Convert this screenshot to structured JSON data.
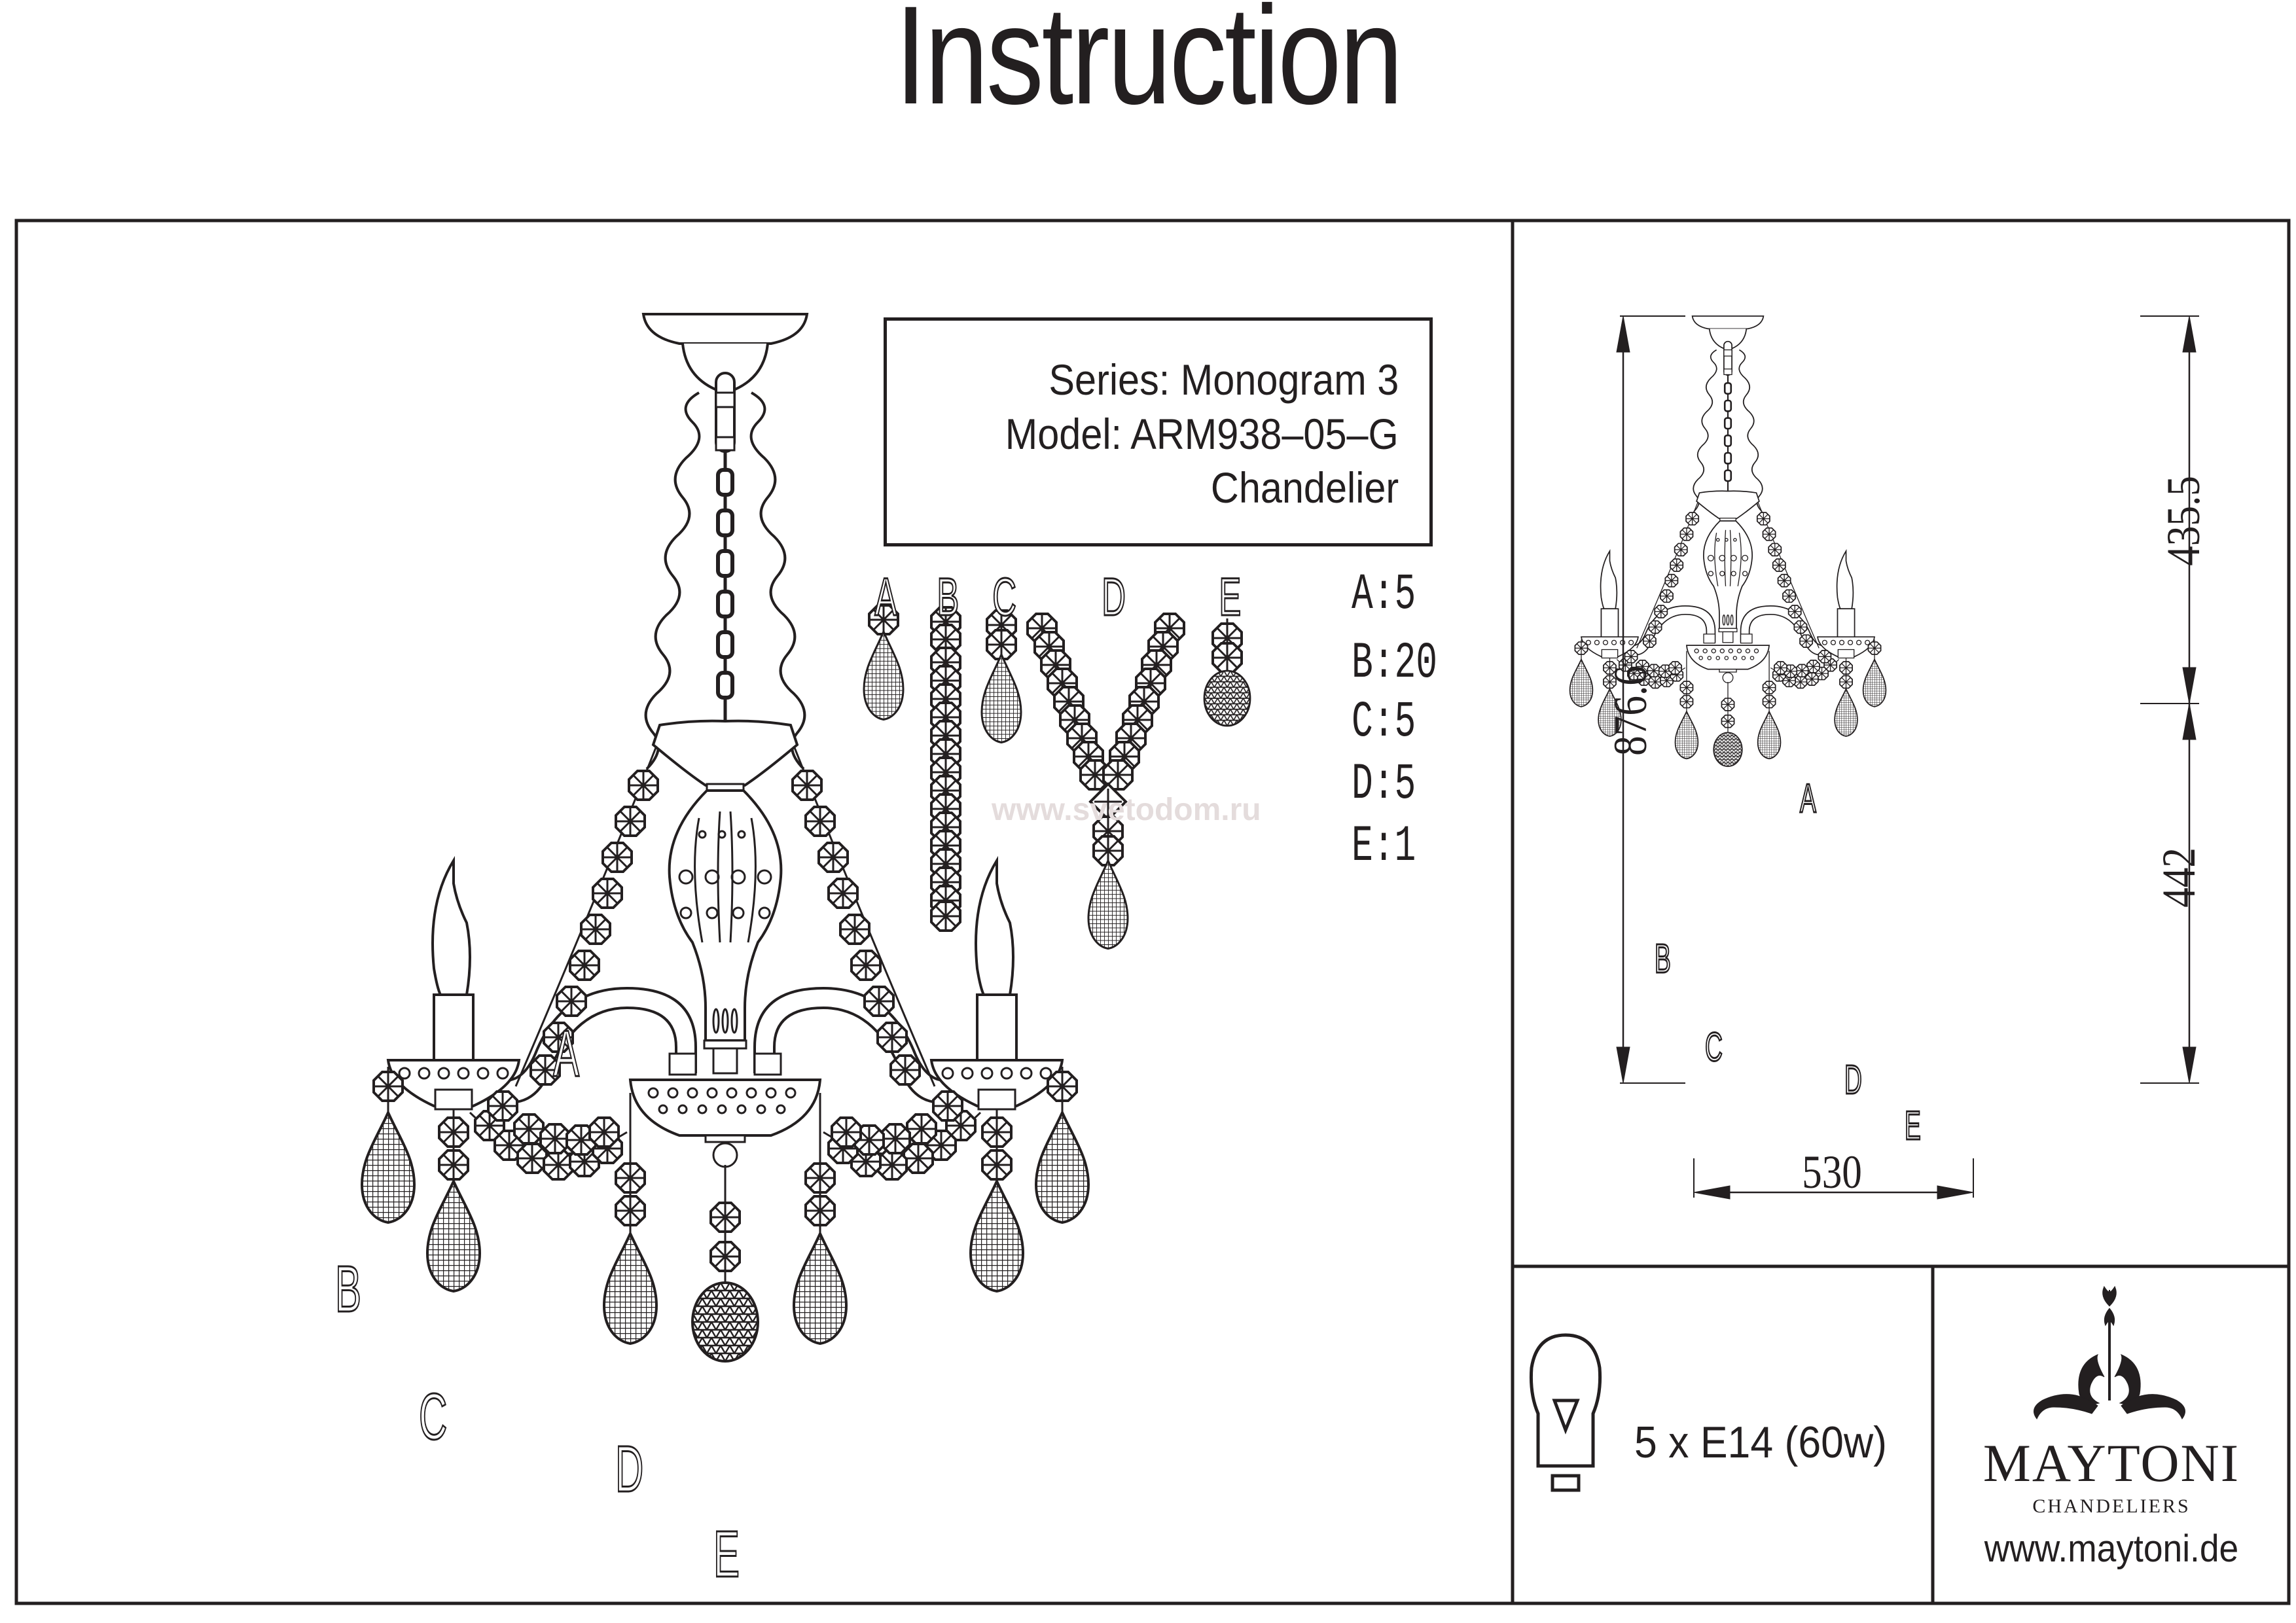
{
  "header": {
    "title": "Instruction"
  },
  "product": {
    "series_line": "Series: Monogram 3",
    "model_line": "Model: ARM938–05–G",
    "type_line": "Chandelier"
  },
  "parts": {
    "labels": [
      "A",
      "B",
      "C",
      "D",
      "E"
    ],
    "quantities": [
      {
        "part": "A",
        "text": "A:5"
      },
      {
        "part": "B",
        "text": "B:20"
      },
      {
        "part": "C",
        "text": "C:5"
      },
      {
        "part": "D",
        "text": "D:5"
      },
      {
        "part": "E",
        "text": "E:1"
      }
    ]
  },
  "watermark": "www.svetodom.ru",
  "drawing_labels": {
    "main": {
      "A": "A",
      "B": "B",
      "C": "C",
      "D": "D",
      "E": "E"
    },
    "dimension_view": {
      "A": "A",
      "B": "B",
      "C": "C",
      "D": "D",
      "E": "E"
    }
  },
  "dimensions": {
    "total_height": "876.6",
    "chain_height": "435.5",
    "body_height": "442",
    "width": "530"
  },
  "lamp": {
    "icon": "light-bulb-icon",
    "spec": "5 x E14 (60w)"
  },
  "brand": {
    "logo_icon": "maytoni-ornament-icon",
    "name": "MAYTONI",
    "subtitle": "CHANDELIERS",
    "website": "www.maytoni.de"
  },
  "colors": {
    "ink": "#231f20",
    "watermark": "#e4dcdc",
    "background": "#ffffff"
  }
}
